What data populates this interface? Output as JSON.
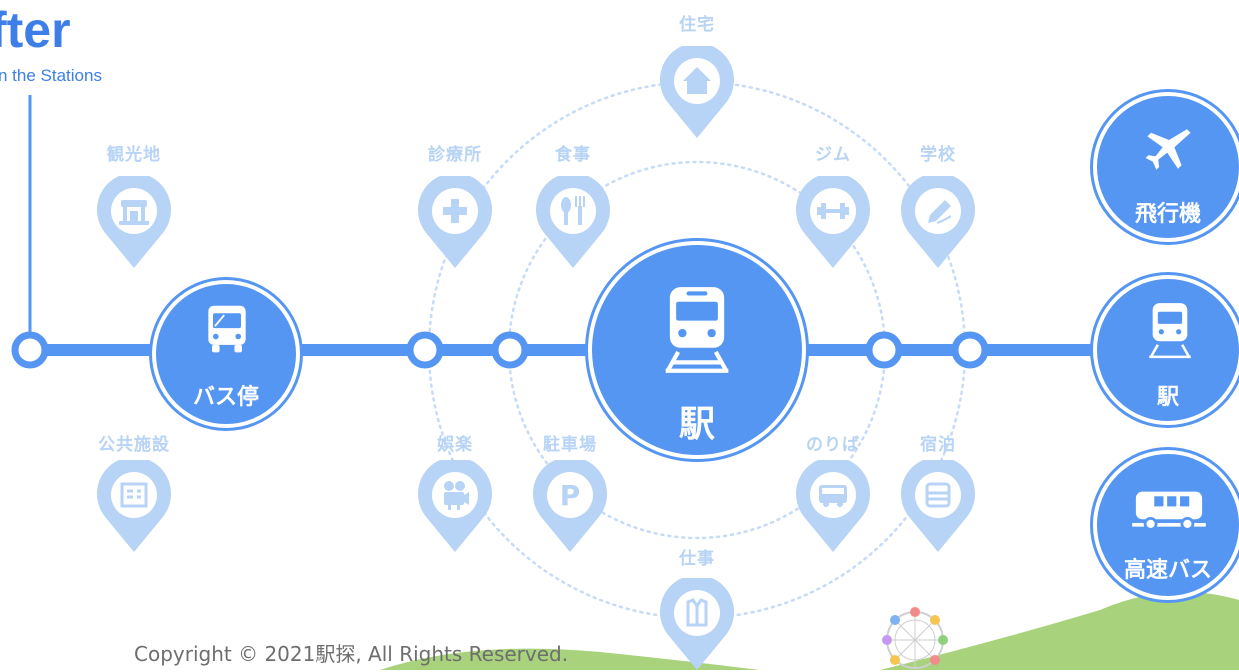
{
  "brand": {
    "logo_text": "fter",
    "tagline": "n the Stations"
  },
  "colors": {
    "primary": "#5596f3",
    "pin": "#b7d3f5",
    "dotted": "#c6dbf7",
    "hill": "#a8d37c"
  },
  "central_station": {
    "label": "駅",
    "icon": "train-icon"
  },
  "bus_stop": {
    "label": "バス停",
    "icon": "bus-icon"
  },
  "left_pins": [
    {
      "label": "観光地",
      "icon": "shop-icon"
    },
    {
      "label": "公共施設",
      "icon": "building-icon"
    }
  ],
  "ring_pins": [
    {
      "label": "住宅",
      "icon": "house-icon"
    },
    {
      "label": "診療所",
      "icon": "plus-icon"
    },
    {
      "label": "食事",
      "icon": "fork-knife-icon"
    },
    {
      "label": "ジム",
      "icon": "dumbbell-icon"
    },
    {
      "label": "学校",
      "icon": "pencil-icon"
    },
    {
      "label": "娯楽",
      "icon": "movie-camera-icon"
    },
    {
      "label": "駐車場",
      "icon": "parking-icon"
    },
    {
      "label": "のりば",
      "icon": "bus-icon"
    },
    {
      "label": "宿泊",
      "icon": "bed-icon"
    },
    {
      "label": "仕事",
      "icon": "shirt-icon"
    }
  ],
  "right_transport": [
    {
      "label": "飛行機",
      "icon": "airplane-icon"
    },
    {
      "label": "駅",
      "icon": "train-icon"
    },
    {
      "label": "高速バス",
      "icon": "coach-bus-icon"
    }
  ],
  "footer": {
    "copyright": "Copyright © 2021駅探, All Rights Reserved."
  }
}
